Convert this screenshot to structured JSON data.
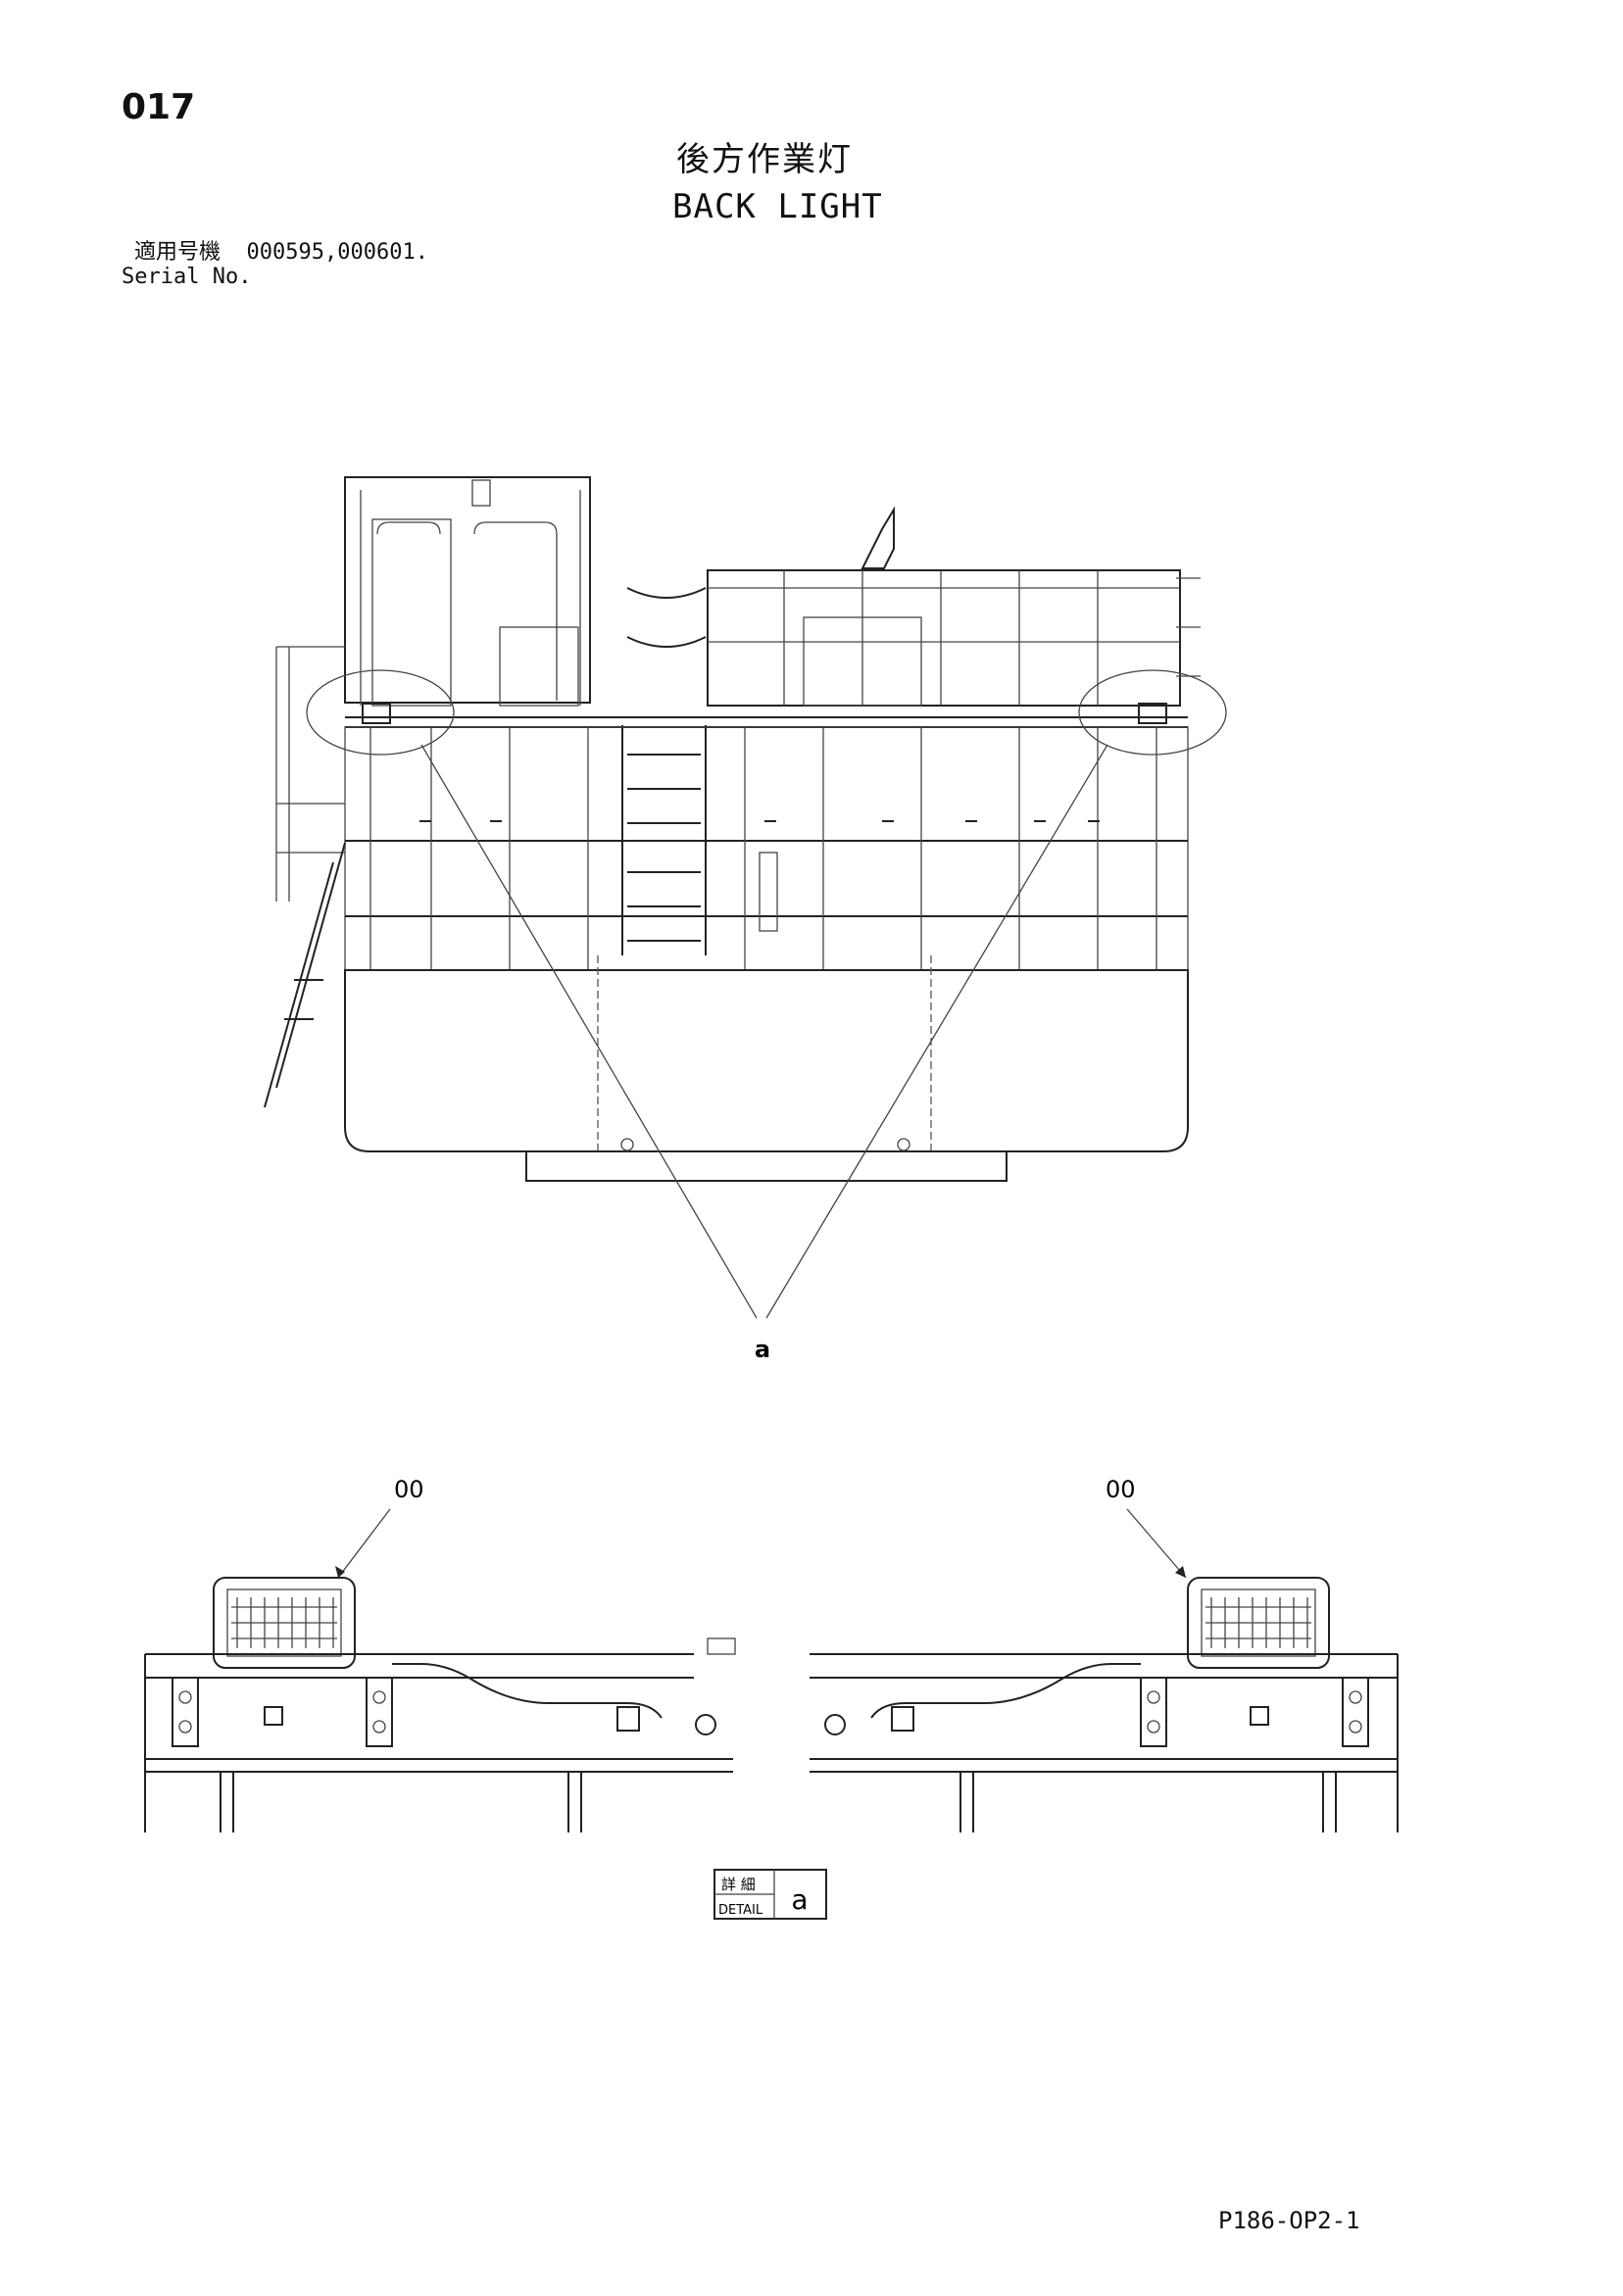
{
  "header": {
    "page_number": "017",
    "title_jp": "後方作業灯",
    "title_en": "BACK LIGHT",
    "serial_label_jp": "適用号機",
    "serial_values": "000595,000601.",
    "serial_label_en": "Serial No."
  },
  "callouts": {
    "detail_ref": "a",
    "part_left": "00",
    "part_right": "00"
  },
  "detail_box": {
    "label_jp": "詳 細",
    "label_en": "DETAIL",
    "ref": "a"
  },
  "footer": {
    "doc_code": "P186-OP2-1"
  }
}
